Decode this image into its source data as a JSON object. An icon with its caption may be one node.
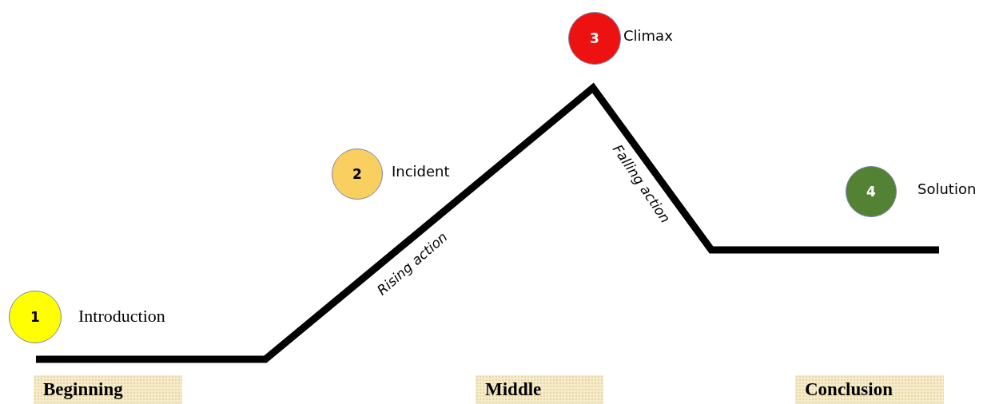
{
  "diagram": {
    "nodes": [
      {
        "text": [
          "1"
        ],
        "beside": [
          "Introduction"
        ]
      },
      {
        "text": [
          "2"
        ],
        "beside": [
          "Incident"
        ]
      },
      {
        "text": [
          "3"
        ],
        "beside": [
          "Climax"
        ]
      },
      {
        "text": [
          "4"
        ],
        "beside": [
          "Solution"
        ]
      }
    ],
    "labels": [
      "Rising action",
      "Falling action",
      "Beginning",
      "Middle",
      "Conclusion"
    ]
  }
}
